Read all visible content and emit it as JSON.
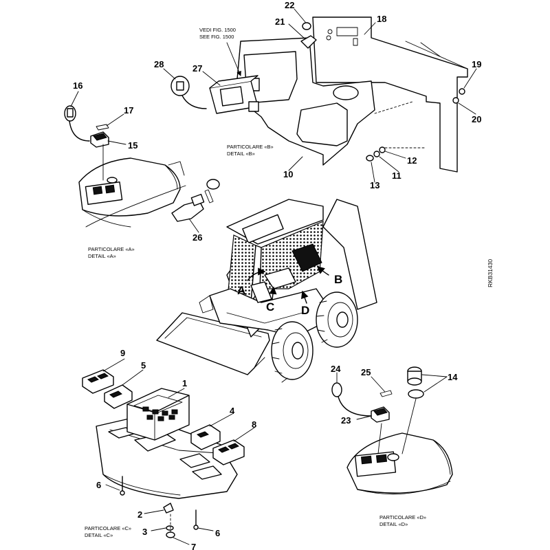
{
  "callouts": {
    "c1": "1",
    "c2": "2",
    "c3": "3",
    "c4": "4",
    "c5": "5",
    "c6a": "6",
    "c6b": "6",
    "c7": "7",
    "c8": "8",
    "c9": "9",
    "c10": "10",
    "c11": "11",
    "c12": "12",
    "c13": "13",
    "c14": "14",
    "c15": "15",
    "c16": "16",
    "c17": "17",
    "c18": "18",
    "c19": "19",
    "c20": "20",
    "c21": "21",
    "c22": "22",
    "c23": "23",
    "c24": "24",
    "c25": "25",
    "c26": "26",
    "c27": "27",
    "c28": "28"
  },
  "view_letters": {
    "a": "A",
    "b": "B",
    "c": "C",
    "d": "D"
  },
  "captions": {
    "see_fig_it": "VEDI FIG. 1500",
    "see_fig_en": "SEE FIG. 1500",
    "detail_a_it": "PARTICOLARE «A»",
    "detail_a_en": "DETAIL «A»",
    "detail_b_it": "PARTICOLARE «B»",
    "detail_b_en": "DETAIL «B»",
    "detail_c_it": "PARTICOLARE «C»",
    "detail_c_en": "DETAIL «C»",
    "detail_d_it": "PARTICOLARE «D»",
    "detail_d_en": "DETAIL «D»"
  },
  "drawing_code": "RKB31430"
}
